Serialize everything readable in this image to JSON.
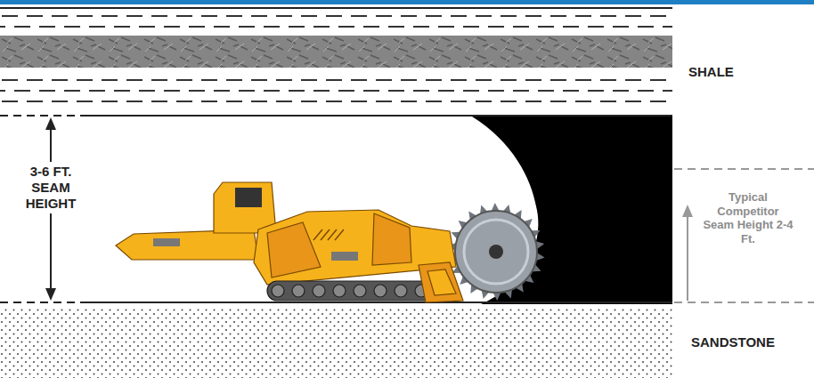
{
  "diagram": {
    "labels": [
      "SHALE",
      "3-6 FT. SEAM HEIGHT",
      "Typical Competitor Seam Height 2-4 Ft.",
      "SANDSTONE"
    ]
  }
}
